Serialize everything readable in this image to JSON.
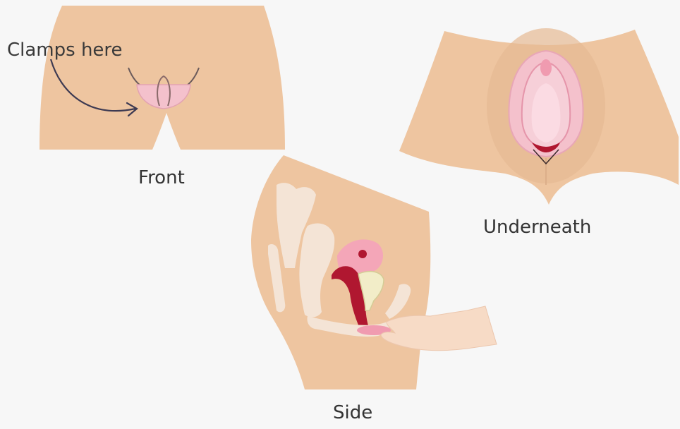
{
  "labels": {
    "clamps": "Clamps here",
    "front": "Front",
    "underneath": "Underneath",
    "side": "Side"
  },
  "colors": {
    "background": "#f7f7f7",
    "skin": "#eec5a0",
    "skin_shadow": "#e2b48e",
    "pink": "#f4c1cc",
    "pink_dark": "#e78ba0",
    "red": "#b01730",
    "arrow": "#3d3a52",
    "hand": "#f7dbc6",
    "bone": "#f4e4d6"
  }
}
